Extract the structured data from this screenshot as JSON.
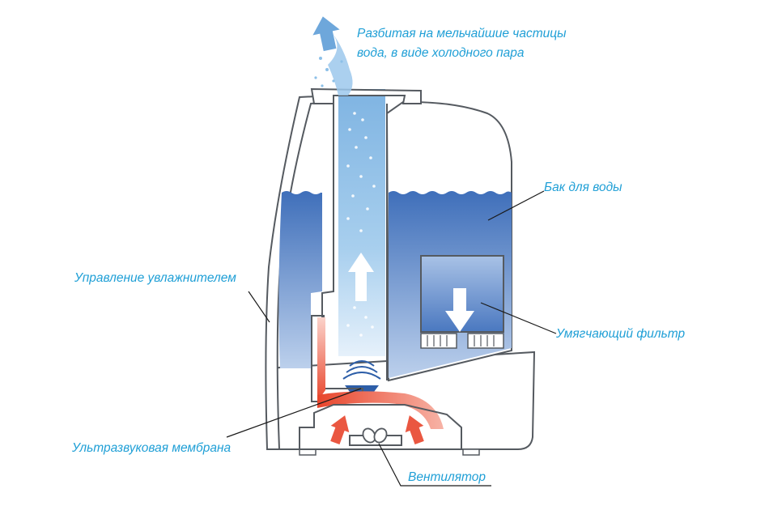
{
  "labels": {
    "mist_line1": "Разбитая на мельчайшие частицы",
    "mist_line2": "вода, в виде холодного пара",
    "water_tank": "Бак для воды",
    "humidifier_control": "Управление увлажнителем",
    "softening_filter": "Умягчающий фильтр",
    "ultrasonic_membrane": "Ультразвуковая мембрана",
    "fan": "Вентилятор"
  },
  "colors": {
    "label_text": "#1f9fd6",
    "water_blue": "#5b86c6",
    "mist_blue": "#8cc0e8",
    "hot_air_red": "#e8452c",
    "outline": "#555a60",
    "leader_line": "#1a1a1a"
  },
  "icons": [
    "up-arrow-icon",
    "down-arrow-icon",
    "fan-icon",
    "wave-icon"
  ]
}
